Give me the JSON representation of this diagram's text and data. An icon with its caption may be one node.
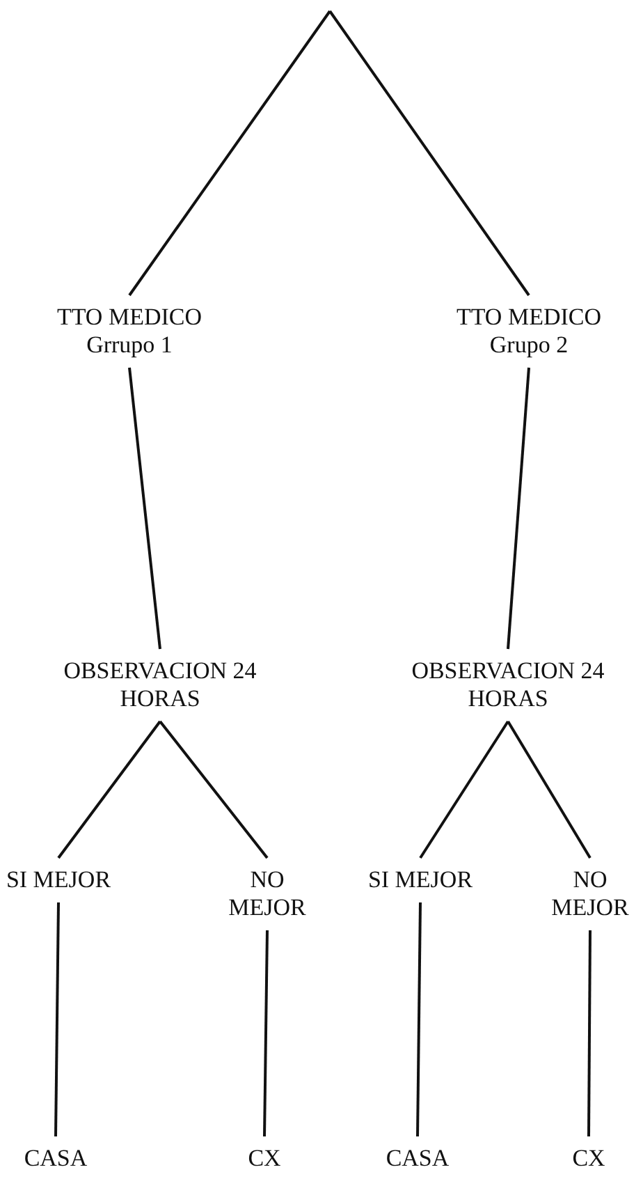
{
  "diagram": {
    "nodes": [
      {
        "text": [
          "TTO MEDICO",
          "Grrupo 1"
        ]
      },
      {
        "text": [
          "TTO MEDICO",
          "Grupo 2"
        ]
      },
      {
        "text": [
          "OBSERVACION 24 HORAS"
        ]
      },
      {
        "text": [
          "OBSERVACION 24 HORAS"
        ]
      },
      {
        "text": [
          "SI MEJOR"
        ]
      },
      {
        "text": [
          "NO MEJOR"
        ]
      },
      {
        "text": [
          "SI MEJOR"
        ]
      },
      {
        "text": [
          "NO MEJOR"
        ]
      },
      {
        "text": [
          "CASA"
        ]
      },
      {
        "text": [
          "CX"
        ]
      },
      {
        "text": [
          "CASA"
        ]
      },
      {
        "text": [
          "CX"
        ]
      }
    ],
    "edges": [
      {
        "from": null,
        "to": 0,
        "arrow": "none"
      },
      {
        "from": null,
        "to": 1,
        "arrow": "none"
      },
      {
        "from": 0,
        "to": 2,
        "arrow": "none"
      },
      {
        "from": 1,
        "to": 3,
        "arrow": "none"
      },
      {
        "from": 2,
        "to": 4,
        "arrow": "none"
      },
      {
        "from": 2,
        "to": 5,
        "arrow": "none"
      },
      {
        "from": 3,
        "to": 6,
        "arrow": "none"
      },
      {
        "from": 3,
        "to": 7,
        "arrow": "none"
      },
      {
        "from": 4,
        "to": 8,
        "arrow": "none"
      },
      {
        "from": 5,
        "to": 9,
        "arrow": "none"
      },
      {
        "from": 6,
        "to": 10,
        "arrow": "none"
      },
      {
        "from": 7,
        "to": 11,
        "arrow": "none"
      }
    ]
  }
}
